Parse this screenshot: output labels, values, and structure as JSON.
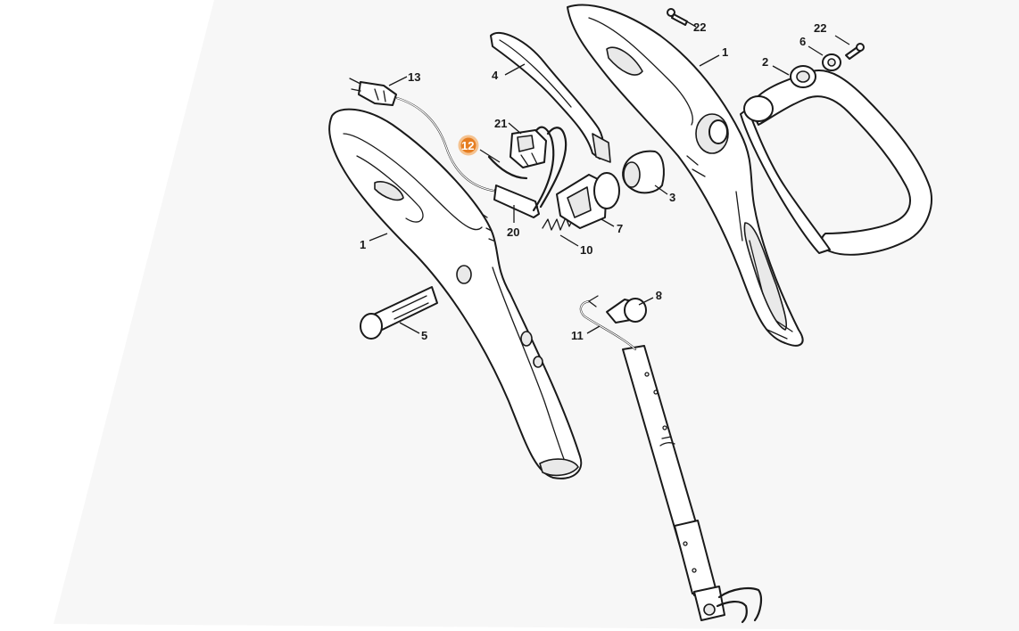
{
  "diagram": {
    "highlight_color": "#e67e22",
    "highlighted_part": "12",
    "callouts": [
      {
        "id": "c-13",
        "label": "13"
      },
      {
        "id": "c-4",
        "label": "4"
      },
      {
        "id": "c-21",
        "label": "21"
      },
      {
        "id": "c-12",
        "label": "12",
        "highlighted": true
      },
      {
        "id": "c-20",
        "label": "20"
      },
      {
        "id": "c-1a",
        "label": "1"
      },
      {
        "id": "c-10",
        "label": "10"
      },
      {
        "id": "c-7",
        "label": "7"
      },
      {
        "id": "c-3",
        "label": "3"
      },
      {
        "id": "c-22a",
        "label": "22"
      },
      {
        "id": "c-1b",
        "label": "1"
      },
      {
        "id": "c-2",
        "label": "2"
      },
      {
        "id": "c-6",
        "label": "6"
      },
      {
        "id": "c-22b",
        "label": "22"
      },
      {
        "id": "c-5",
        "label": "5"
      },
      {
        "id": "c-8",
        "label": "8"
      },
      {
        "id": "c-11",
        "label": "11"
      }
    ]
  }
}
